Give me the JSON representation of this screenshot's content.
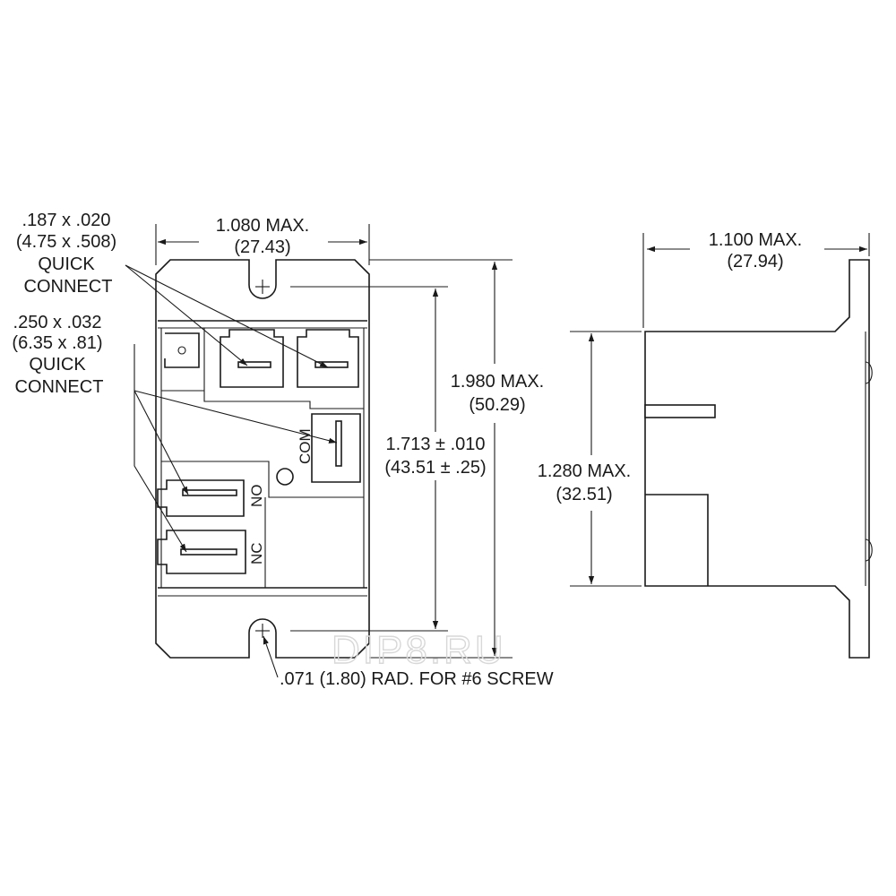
{
  "front_view": {
    "width_dim": {
      "line1": "1.080 MAX.",
      "line2": "(27.43)"
    },
    "height_max_dim": {
      "line1": "1.980 MAX.",
      "line2": "(50.29)"
    },
    "hole_spacing_dim": {
      "line1": "1.713 ± .010",
      "line2": "(43.51 ± .25)"
    },
    "terminal_labels": {
      "com": "COM",
      "no": "NO",
      "nc": "NC"
    }
  },
  "callouts": {
    "small_quick_connect": [
      ".187 x .020",
      "(4.75 x .508)",
      "QUICK",
      "CONNECT"
    ],
    "large_quick_connect": [
      ".250 x .032",
      "(6.35 x .81)",
      "QUICK",
      "CONNECT"
    ],
    "screw_note": ".071 (1.80) RAD. FOR #6 SCREW"
  },
  "side_view": {
    "depth_dim": {
      "line1": "1.100 MAX.",
      "line2": "(27.94)"
    },
    "body_height_dim": {
      "line1": "1.280 MAX.",
      "line2": "(32.51)"
    }
  },
  "watermark": "DIP8.RU",
  "colors": {
    "line": "#1a1a1a",
    "watermark": "#d8d8d8",
    "background": "#ffffff"
  }
}
